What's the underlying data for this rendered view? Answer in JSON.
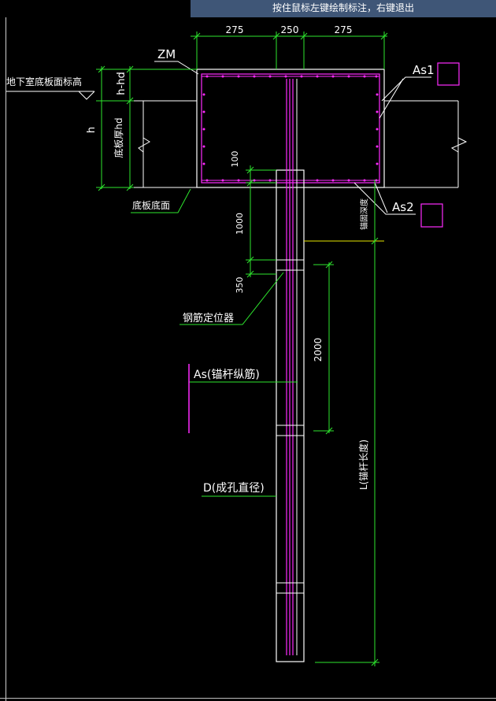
{
  "status_bar": {
    "text": "按住鼠标左键绘制标注，右键退出"
  },
  "labels": {
    "dim_left": "275",
    "dim_mid": "250",
    "dim_right": "275",
    "zm": "ZM",
    "as1": "As1",
    "as2": "As2",
    "basement_elev": "地下室底板面标高",
    "h_minus_hd": "h-hd",
    "h": "h",
    "slab_thickness": "底板厚hd",
    "slab_bottom": "底板底面",
    "dim_100": "100",
    "dim_1000": "1000",
    "dim_350": "350",
    "dim_2000": "2000",
    "rebar_locator": "钢筋定位器",
    "as_anchor": "As(锚杆纵筋)",
    "d_hole": "D(成孔直径)",
    "l_anchor": "L(锚杆长度)",
    "anchor_depth": "锚固深度"
  },
  "colors": {
    "green": "#2ee62e",
    "magenta": "#ff2bff",
    "white": "#ffffff",
    "yellow": "#e6e600",
    "status_bg": "#3f5677"
  }
}
